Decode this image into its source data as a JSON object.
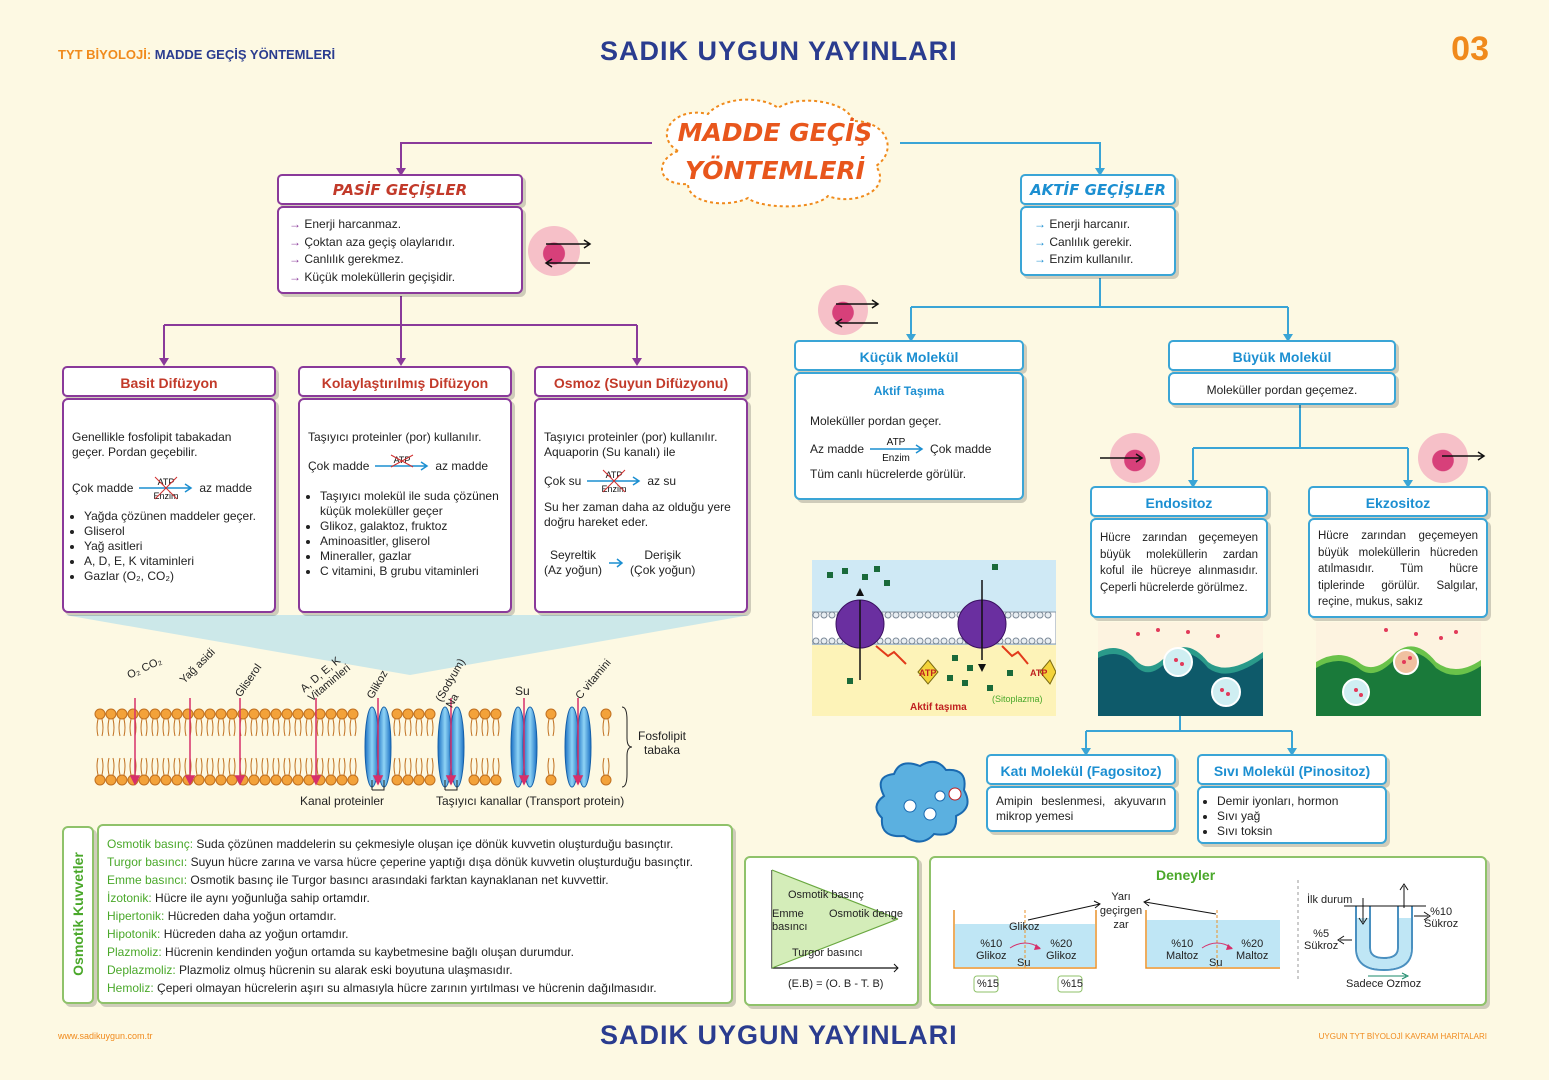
{
  "header": {
    "subject": "TYT BİYOLOJİ:",
    "topic": "MADDE GEÇİŞ YÖNTEMLERİ",
    "brand": "SADIK  UYGUN  YAYINLARI",
    "page": "03"
  },
  "footer": {
    "url": "www.sadikuygun.com.tr",
    "brand": "SADIK  UYGUN  YAYINLARI",
    "series": "UYGUN TYT BİYOLOJİ KAVRAM HARİTALARI"
  },
  "main": {
    "line1": "MADDE GEÇİŞ",
    "line2": "YÖNTEMLERİ"
  },
  "pasif": {
    "title": "PASİF GEÇİŞLER",
    "items": [
      "Enerji harcanmaz.",
      "Çoktan aza geçiş olaylarıdır.",
      "Canlılık gerekmez.",
      "Küçük moleküllerin geçişidir."
    ]
  },
  "aktif": {
    "title": "AKTİF GEÇİŞLER",
    "items": [
      "Enerji harcanır.",
      "Canlılık gerekir.",
      "Enzim kullanılır."
    ]
  },
  "basit": {
    "title": "Basit Difüzyon",
    "desc": "Genellikle fosfolipit tabakadan geçer. Pordan geçebilir.",
    "from": "Çok madde",
    "to": "az madde",
    "items": [
      "Yağda çözünen maddeler geçer.",
      "Gliserol",
      "Yağ asitleri",
      "A, D, E, K vitaminleri",
      "Gazlar (O₂, CO₂)"
    ]
  },
  "kolay": {
    "title": "Kolaylaştırılmış Difüzyon",
    "desc": "Taşıyıcı proteinler (por) kullanılır.",
    "from": "Çok madde",
    "to": "az madde",
    "items": [
      "Taşıyıcı molekül ile suda çözünen küçük moleküller geçer",
      "Glikoz, galaktoz, fruktoz",
      "Aminoasitler, gliserol",
      "Mineraller, gazlar",
      "C vitamini, B grubu vitaminleri"
    ]
  },
  "osmoz": {
    "title": "Osmoz (Suyun Difüzyonu)",
    "desc": "Taşıyıcı proteinler (por) kullanılır. Aquaporin (Su kanalı) ile",
    "from": "Çok su",
    "to": "az su",
    "desc2": "Su her zaman daha az olduğu yere doğru hareket eder.",
    "s1": "Seyreltik",
    "s1b": "(Az yoğun)",
    "s2": "Derişik",
    "s2b": "(Çok yoğun)"
  },
  "flow": {
    "atp": "ATP",
    "enzim": "Enzim"
  },
  "kucuk": {
    "title": "Küçük Molekül",
    "sub": "Aktif Taşıma",
    "l1": "Moleküller pordan geçer.",
    "from": "Az madde",
    "to": "Çok madde",
    "l2": "Tüm canlı hücrelerde görülür."
  },
  "buyuk": {
    "title": "Büyük Molekül",
    "l1": "Moleküller pordan geçemez."
  },
  "endo": {
    "title": "Endositoz",
    "desc": "Hücre zarından geçemeyen büyük moleküllerin zardan koful ile hücreye alınmasıdır. Çeperli hücrelerde görülmez."
  },
  "ekzo": {
    "title": "Ekzositoz",
    "desc": "Hücre zarından geçemeyen büyük moleküllerin hücreden atılmasıdır. Tüm hücre tiplerinde görülür. Salgılar, reçine, mukus, sakız"
  },
  "fago": {
    "title": "Katı Molekül (Fagositoz)",
    "desc": "Amipin beslenmesi, akyuvarın mikrop yemesi"
  },
  "pino": {
    "title": "Sıvı Molekül (Pinositoz)",
    "items": [
      "Demir iyonları, hormon",
      "Sıvı yağ",
      "Sıvı toksin"
    ]
  },
  "membrane": {
    "labels": [
      "O₂ CO₂",
      "Yağ asidi",
      "Gliserol",
      "A, D, E, K Vitaminleri",
      "Glikoz",
      "(Sodyum) Na",
      "Su",
      "C vitamini"
    ],
    "side": "Fosfolipit tabaka",
    "kanal": "Kanal proteinler",
    "tasiyici": "Taşıyıcı kanallar (Transport protein)"
  },
  "aktifimg": {
    "atp": "ATP",
    "label": "Aktif taşıma",
    "cyto": "(Sitoplazma)"
  },
  "okv": {
    "side": "Osmotik Kuvvetler",
    "rows": [
      {
        "t": "Osmotik basınç:",
        "d": "Suda çözünen maddelerin su çekmesiyle oluşan içe dönük kuvvetin oluşturduğu basınçtır."
      },
      {
        "t": "Turgor basıncı:",
        "d": "Suyun hücre zarına ve varsa hücre çeperine yaptığı dışa dönük kuvvetin oluşturduğu basınçtır."
      },
      {
        "t": "Emme basıncı:",
        "d": "Osmotik basınç ile Turgor basıncı arasındaki farktan kaynaklanan net kuvvettir."
      },
      {
        "t": "İzotonik:",
        "d": "Hücre ile aynı yoğunluğa sahip ortamdır."
      },
      {
        "t": "Hipertonik:",
        "d": "Hücreden daha yoğun ortamdır."
      },
      {
        "t": "Hipotonik:",
        "d": "Hücreden daha az yoğun ortamdır."
      },
      {
        "t": "Plazmoliz:",
        "d": "Hücrenin kendinden yoğun ortamda su kaybetmesine bağlı oluşan durumdur."
      },
      {
        "t": "Deplazmoliz:",
        "d": "Plazmoliz olmuş hücrenin su alarak eski boyutuna ulaşmasıdır."
      },
      {
        "t": "Hemoliz:",
        "d": "Çeperi olmayan hücrelerin aşırı su almasıyla hücre zarının yırtılması ve hücrenin dağılmasıdır."
      }
    ]
  },
  "graph": {
    "ob": "Osmotik basınç",
    "emme": "Emme basıncı",
    "denge": "Osmotik denge",
    "turgor": "Turgor basıncı",
    "formula": "(E.B) = (O. B - T. B)"
  },
  "deney": {
    "title": "Deneyler",
    "zar": "Yarı geçirgen zar",
    "glikoz": "Glikoz",
    "a1": "%10",
    "a1b": "Glikoz",
    "a2": "%20",
    "a2b": "Glikoz",
    "su": "Su",
    "p1": "%15",
    "p2": "%15",
    "b1": "%10",
    "b1b": "Maltoz",
    "b2": "%20",
    "b2b": "Maltoz",
    "ilk": "İlk durum",
    "u1": "%10",
    "u1b": "Sükroz",
    "u2": "%5",
    "u2b": "Sükroz",
    "sadece": "Sadece Ozmoz"
  }
}
